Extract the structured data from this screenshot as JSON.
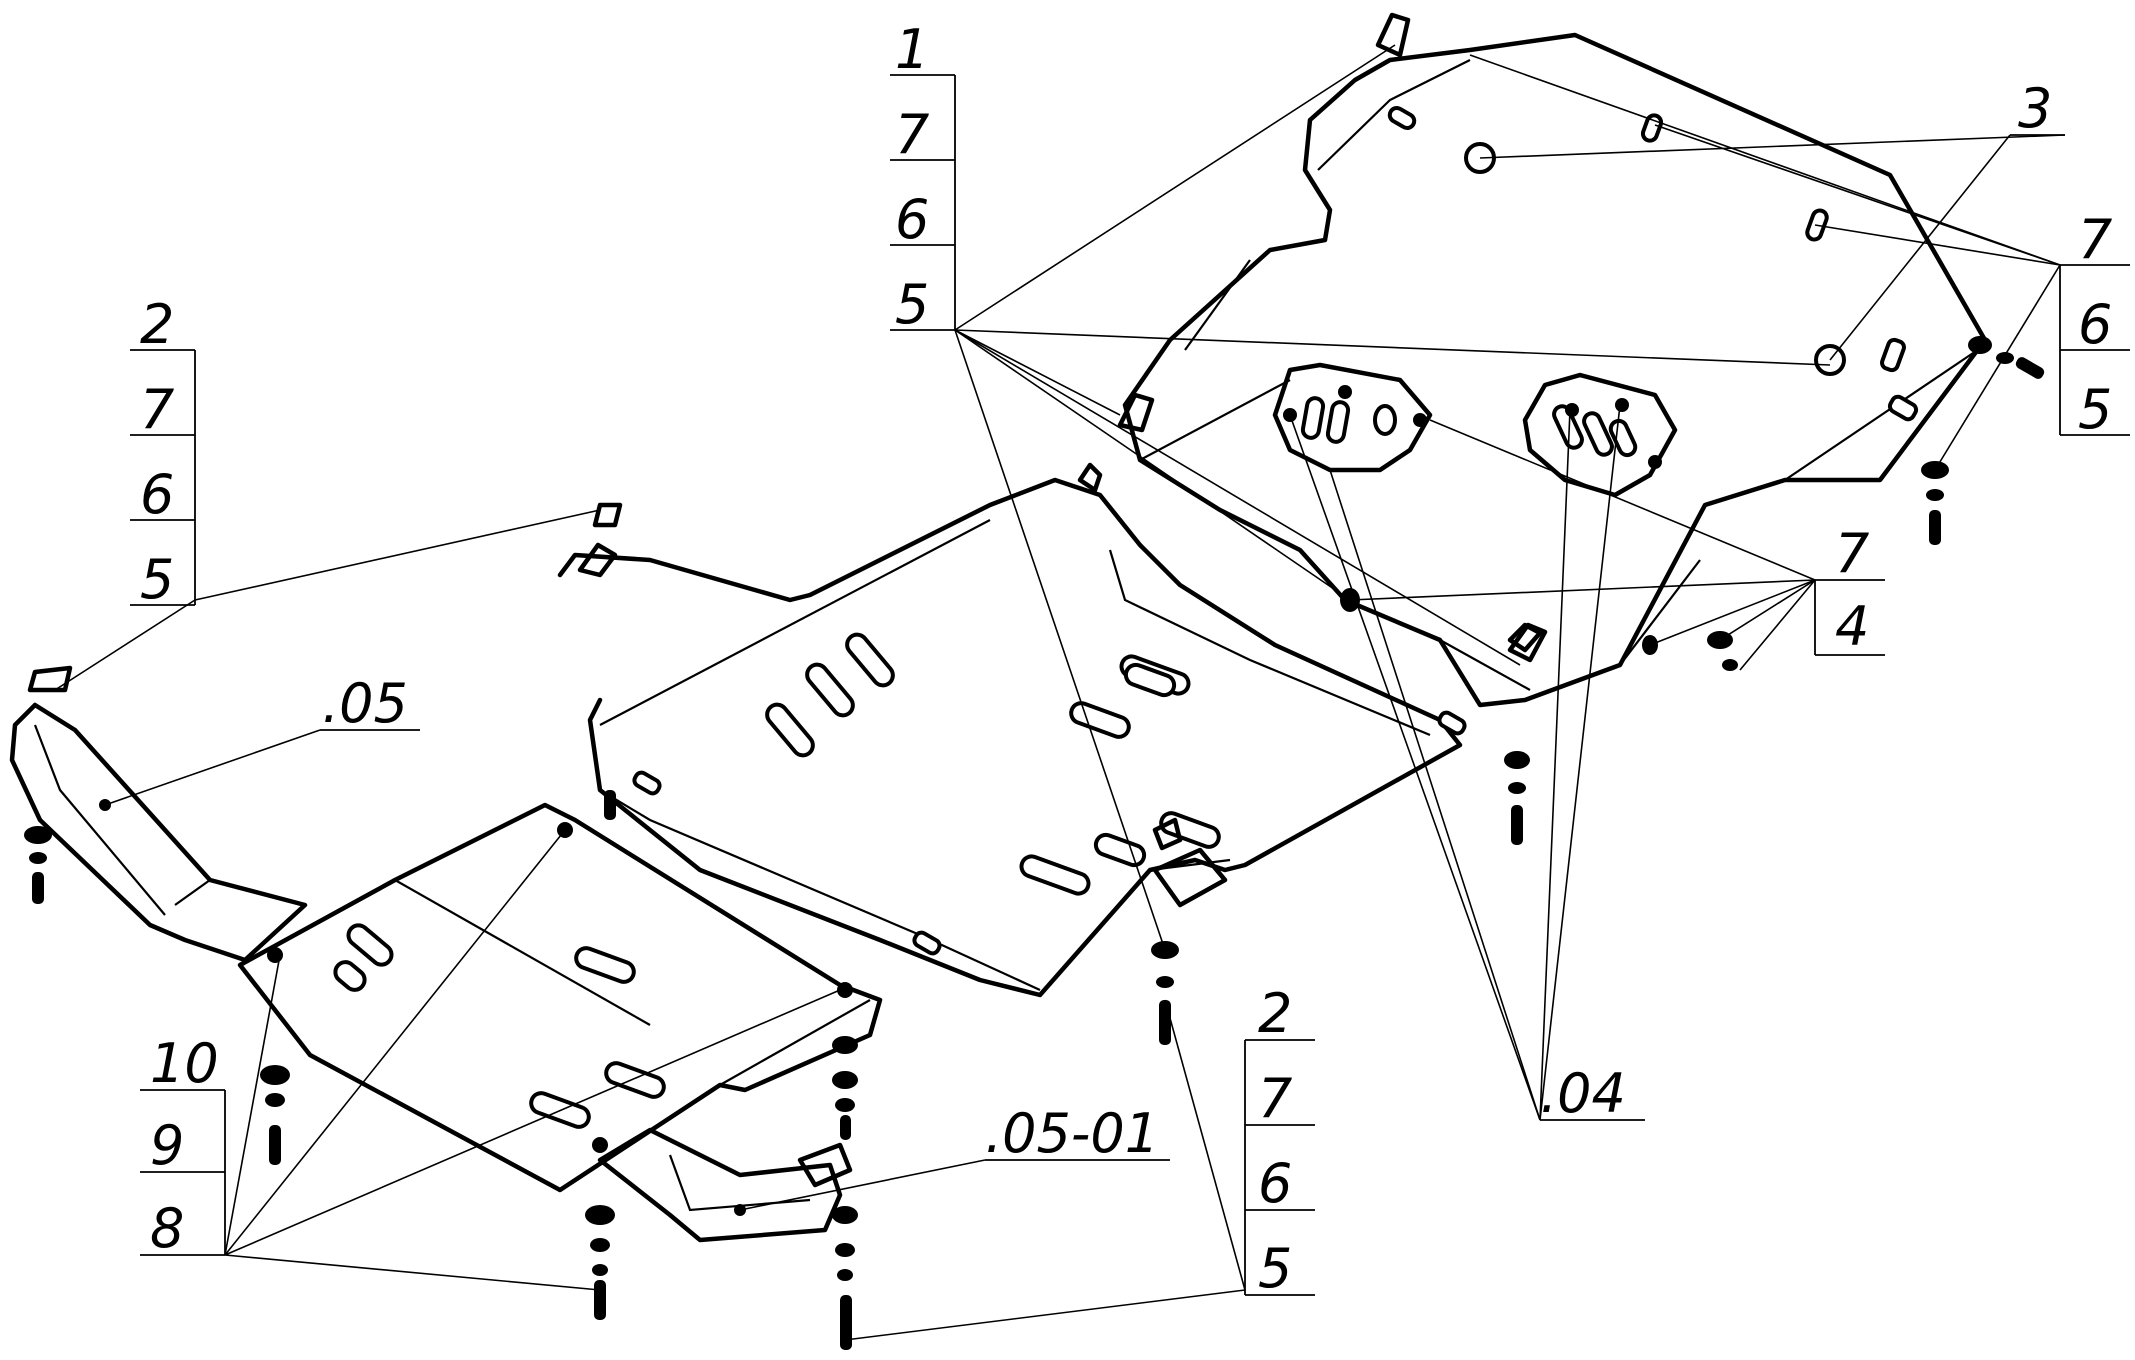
{
  "callouts": {
    "top_stack": [
      "1",
      "7",
      "6",
      "5"
    ],
    "left_stack": [
      "2",
      "7",
      "6",
      "5"
    ],
    "right_stack": [
      "7",
      "6",
      "5"
    ],
    "mid_right_top": "7",
    "mid_right_bottom": "4",
    "item_3": "3",
    "ref_05": ".05",
    "ref_0501": ".05-01",
    "ref_04": ".04",
    "bottom_left_stack": [
      "10",
      "9",
      "8"
    ],
    "bottom_mid_stack": [
      "2",
      "7",
      "6",
      "5"
    ]
  }
}
